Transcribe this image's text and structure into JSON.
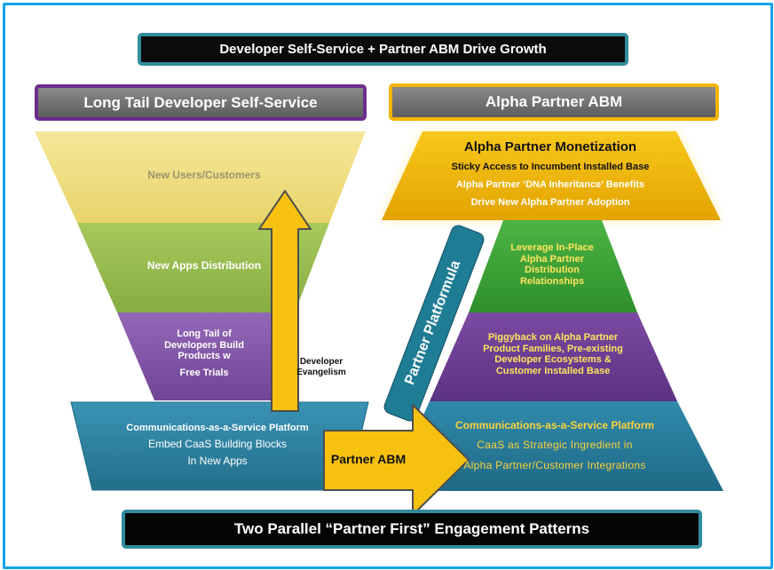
{
  "top_banner": "Developer Self-Service + Partner ABM Drive Growth",
  "left_header": "Long Tail Developer Self-Service",
  "right_header": "Alpha Partner ABM",
  "bottom_banner": "Two Parallel “Partner First” Engagement Patterns",
  "funnel": {
    "level1": "New Users/Customers",
    "level2": "New Apps Distribution",
    "level3": [
      "Long Tail of",
      "Developers Build",
      "Products w",
      "Free Trials"
    ],
    "platform": {
      "title": "Communications-as-a-Service Platform",
      "line1": "Embed CaaS Building Blocks",
      "line2": "In New Apps"
    }
  },
  "arrow_up_label": [
    "Developer",
    "Evangelism"
  ],
  "arrow_right_label": "Partner ABM",
  "side_bar_label": "Partner Platformula",
  "monetization": {
    "title": "Alpha Partner Monetization",
    "items": [
      "Sticky Access to Incumbent Installed Base",
      "Alpha Partner ‘DNA Inheritance’ Benefits",
      "Drive New Alpha Partner Adoption"
    ]
  },
  "pyramid": {
    "top": [
      "Leverage In-Place",
      "Alpha Partner",
      "Distribution",
      "Relationships"
    ],
    "middle": [
      "Piggyback on Alpha Partner",
      "Product Families, Pre-existing",
      "Developer Ecosystems &",
      "Customer Installed Base"
    ],
    "bottom": {
      "title": "Communications-as-a-Service Platform",
      "line1": "CaaS as Strategic Ingredient in",
      "line2": "Alpha Partner/Customer Integrations"
    }
  },
  "colors": {
    "frame": "#12a4e8",
    "funnel_yellow": "#f1de7a",
    "funnel_green": "#97bf4d",
    "funnel_purple": "#8456a8",
    "platform_teal": "#2f87a8",
    "gold": "#f2b400",
    "pyramid_green": "#3fa33a",
    "pyramid_purple": "#6d3d93",
    "sidebar_teal": "#1f7c95"
  }
}
